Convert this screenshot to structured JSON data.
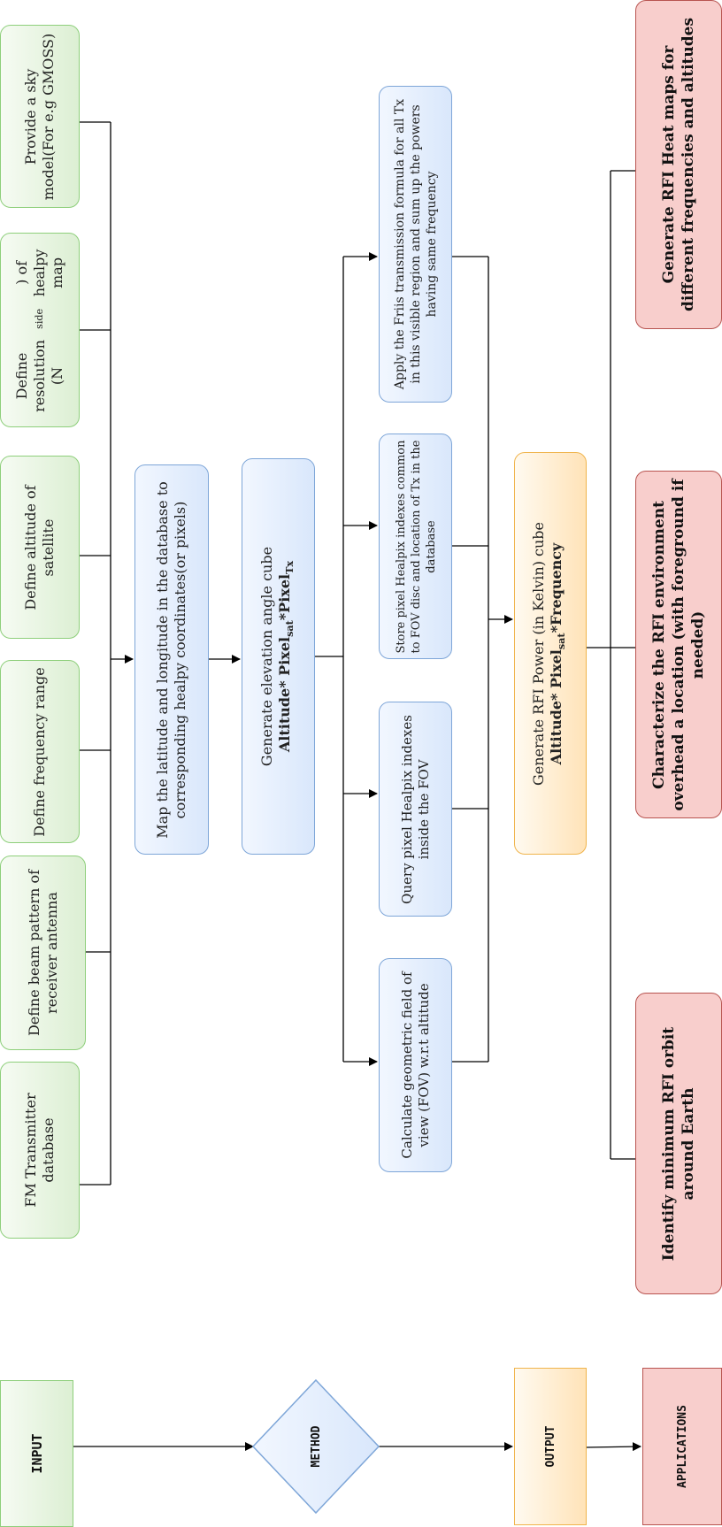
{
  "inputs": [
    "Provide a sky model(For e.g GMOSS)",
    "Define resolution (N",
    "side",
    ") of healpy map",
    "Define altitude of satellite",
    "Define frequency range",
    "Define beam pattern of receiver antenna",
    "FM Transmitter database"
  ],
  "map_box": "Map the latitude and longitude in the database to corresponding healpy coordinates(or pixels)",
  "cube_box": {
    "line1": "Generate elevation angle cube",
    "line2_a": "Altitude* Pixel",
    "line2_sub1": "sat",
    "line2_b": "*Pixel",
    "line2_sub2": "Tx"
  },
  "steps": {
    "friis": "Apply the Friis transmission formula for all Tx in this visible region and sum up the powers having same frequency",
    "store": "Store pixel Healpix indexes common to FOV disc and location of Tx in the database",
    "query": "Query pixel Healpix indexes inside the FOV",
    "fov": "Calculate geometric field of view (FOV) w.r.t altitude"
  },
  "output_box": {
    "line1": "Generate RFI Power (in Kelvin) cube",
    "line2_a": "Altitude* Pixel",
    "line2_sub": "sat",
    "line2_b": "*Frequency"
  },
  "applications": {
    "heatmaps": "Generate RFI Heat maps for different frequencies and altitudes",
    "characterize": "Characterize the RFI environment overhead a location (with foreground if needed)",
    "orbit": "Identify minimum RFI orbit around Earth"
  },
  "legend": {
    "input": "INPUT",
    "method": "METHOD",
    "output": "OUTPUT",
    "applications": "APPLICATIONS"
  },
  "colors": {
    "input": "#d5e8d4",
    "method": "#dae8fc",
    "output": "#ffe6cc",
    "applications": "#f8cecc"
  }
}
